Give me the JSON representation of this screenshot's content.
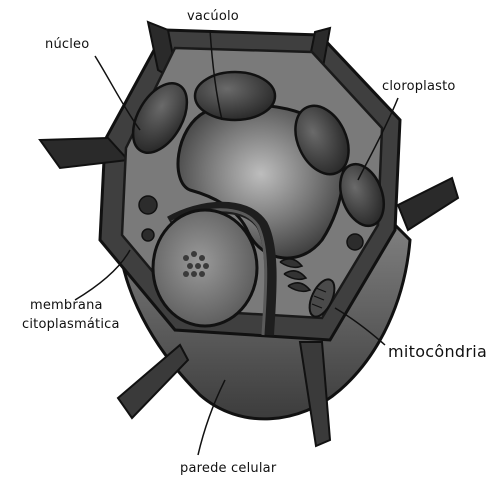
{
  "labels": {
    "nucleo_top": "núcleo",
    "vacuolo": "vacúolo",
    "cloroplasto": "cloroplasto",
    "membrana_1": "membrana",
    "membrana_2": "citoplasmática",
    "mitocondria": "mitocôndria",
    "parede_celular": "parede celular"
  }
}
